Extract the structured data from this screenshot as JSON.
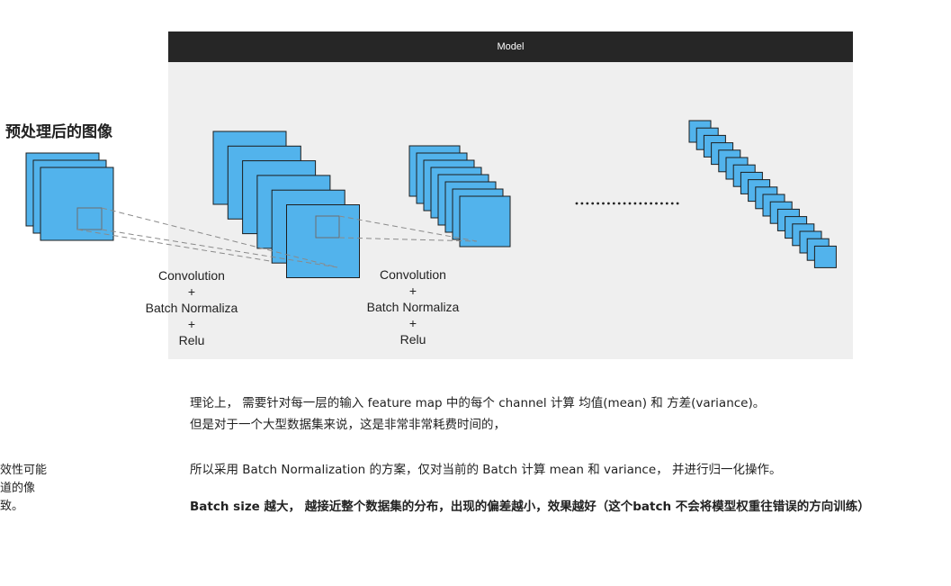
{
  "model": {
    "title": "Model"
  },
  "input": {
    "title": "预处理后的图像"
  },
  "layers": [
    {
      "lines": [
        "Convolution",
        "+",
        "Batch Normaliza",
        "+",
        "Relu"
      ]
    },
    {
      "lines": [
        "Convolution",
        "+",
        "Batch Normaliza",
        "+",
        "Relu"
      ]
    }
  ],
  "ellipsis": "…………",
  "text": {
    "line1": "理论上， 需要针对每一层的输入 feature map 中的每个 channel 计算 均值(mean) 和 方差(variance)。",
    "line2": "但是对于一个大型数据集来说，这是非常非常耗费时间的，",
    "line3": "所以采用 Batch Normalization 的方案，仅对当前的 Batch  计算 mean 和 variance， 并进行归一化操作。",
    "line4": "Batch size 越大， 越接近整个数据集的分布，出现的偏差越小，效果越好（这个batch 不会将模型权重往错误的方向训练）"
  },
  "left_cut_text": [
    "效性可能",
    "道的像",
    "致。"
  ],
  "colors": {
    "block_fill": "#52b3ec",
    "block_stroke": "#1d1d1d",
    "panel": "#efefef",
    "header": "#262626"
  }
}
